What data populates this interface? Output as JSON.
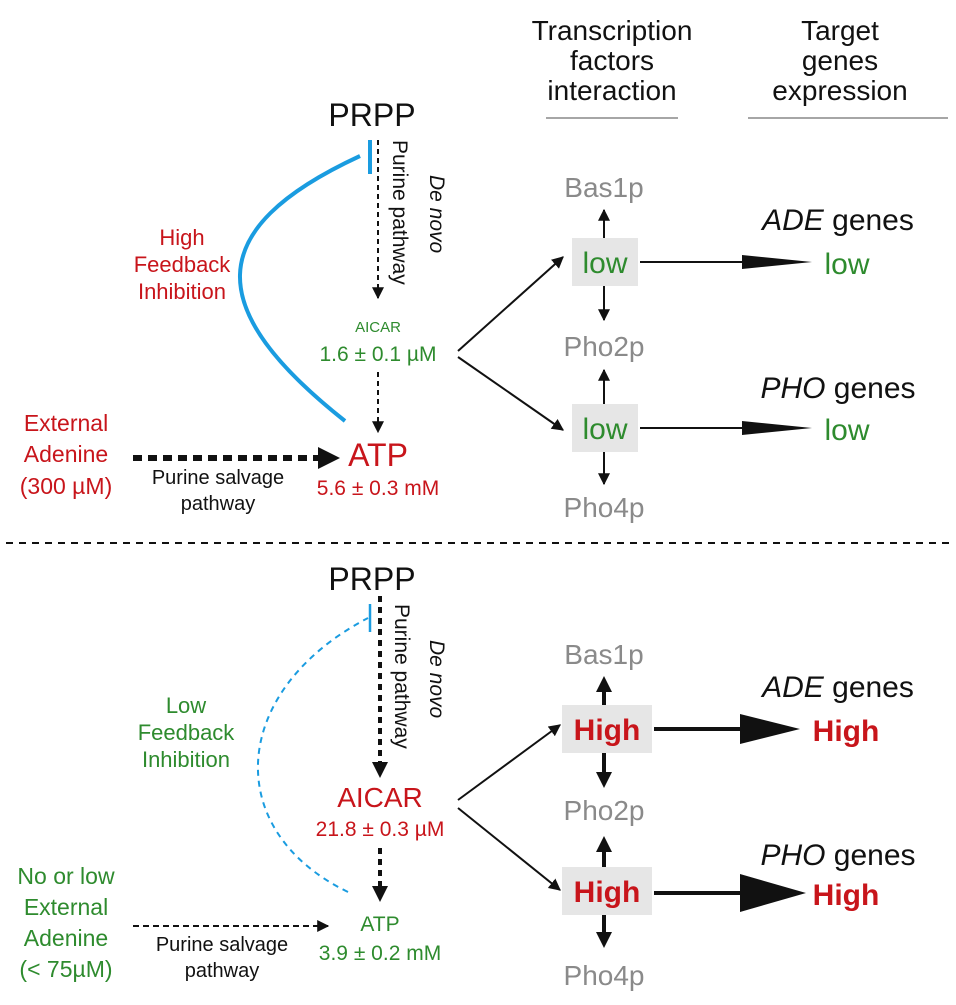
{
  "headers": {
    "tf_col": [
      "Transcription",
      "factors",
      "interaction"
    ],
    "target_col": [
      "Target",
      "genes",
      "expression"
    ]
  },
  "top": {
    "prpp": "PRPP",
    "de_novo": "De novo",
    "purine_pathway": "Purine pathway",
    "feedback": [
      "High",
      "Feedback",
      "Inhibition"
    ],
    "aicar_label": "AICAR",
    "aicar_value": "1.6 ± 0.1 µM",
    "atp_label": "ATP",
    "atp_value": "5.6 ± 0.3 mM",
    "external": [
      "External",
      "Adenine",
      "(300 µM)"
    ],
    "salvage": [
      "Purine salvage",
      "pathway"
    ],
    "bas1p": "Bas1p",
    "pho2p": "Pho2p",
    "pho4p": "Pho4p",
    "tf_level_1": "low",
    "tf_level_2": "low",
    "ade_gene_italic": "ADE",
    "ade_gene_rest": " genes",
    "ade_level": "low",
    "pho_gene_italic": "PHO",
    "pho_gene_rest": " genes",
    "pho_level": "low"
  },
  "bottom": {
    "prpp": "PRPP",
    "de_novo": "De novo",
    "purine_pathway": "Purine pathway",
    "feedback": [
      "Low",
      "Feedback",
      "Inhibition"
    ],
    "aicar_label": "AICAR",
    "aicar_value": "21.8 ± 0.3 µM",
    "atp_label": "ATP",
    "atp_value": "3.9 ± 0.2 mM",
    "external": [
      "No or low",
      "External",
      "Adenine",
      "(< 75µM)"
    ],
    "salvage": [
      "Purine salvage",
      "pathway"
    ],
    "bas1p": "Bas1p",
    "pho2p": "Pho2p",
    "pho4p": "Pho4p",
    "tf_level_1": "High",
    "tf_level_2": "High",
    "ade_gene_italic": "ADE",
    "ade_gene_rest": " genes",
    "ade_level": "High",
    "pho_gene_italic": "PHO",
    "pho_gene_rest": " genes",
    "pho_level": "High"
  },
  "colors": {
    "red": "#c8151b",
    "green": "#2e8b2e",
    "grey": "#8a8a8a",
    "blue": "#1a9ce0",
    "box": "#e6e6e6"
  }
}
